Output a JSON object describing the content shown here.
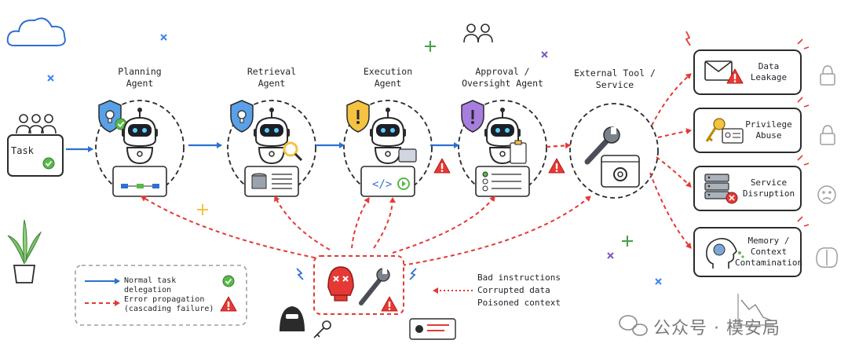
{
  "agents": [
    {
      "id": "planning",
      "label": "Planning\nAgent",
      "shield_color": "#5aa0e6",
      "shield_mark": "bulb"
    },
    {
      "id": "retrieval",
      "label": "Retrieval\nAgent",
      "shield_color": "#5aa0e6",
      "shield_mark": "bulb"
    },
    {
      "id": "execution",
      "label": "Execution\nAgent",
      "shield_color": "#f5c242",
      "shield_mark": "!"
    },
    {
      "id": "approval",
      "label": "Approval /\nOversight Agent",
      "shield_color": "#a77ee0",
      "shield_mark": "!"
    }
  ],
  "external": {
    "label": "External Tool /\nService"
  },
  "task": {
    "label": "Task"
  },
  "outcomes": [
    {
      "id": "data-leakage",
      "label": "Data\nLeakage",
      "icon": "envelope-icon"
    },
    {
      "id": "privilege-abuse",
      "label": "Privilege\nAbuse",
      "icon": "key-icon"
    },
    {
      "id": "service-disruption",
      "label": "Service\nDisruption",
      "icon": "server-icon"
    },
    {
      "id": "memory-contamination",
      "label": "Memory /\nContext\nContamination",
      "icon": "brain-head-icon"
    }
  ],
  "legend": {
    "normal": "Normal task delegation",
    "error": "Error propagation\n(cascading failure)"
  },
  "sources": [
    "Bad instructions",
    "Corrupted data",
    "Poisoned context"
  ],
  "watermark": "公众号 · 模安局",
  "colors": {
    "blue": "#2f6fd1",
    "red": "#e53935",
    "ink": "#2b2b2b",
    "green": "#58b947"
  }
}
